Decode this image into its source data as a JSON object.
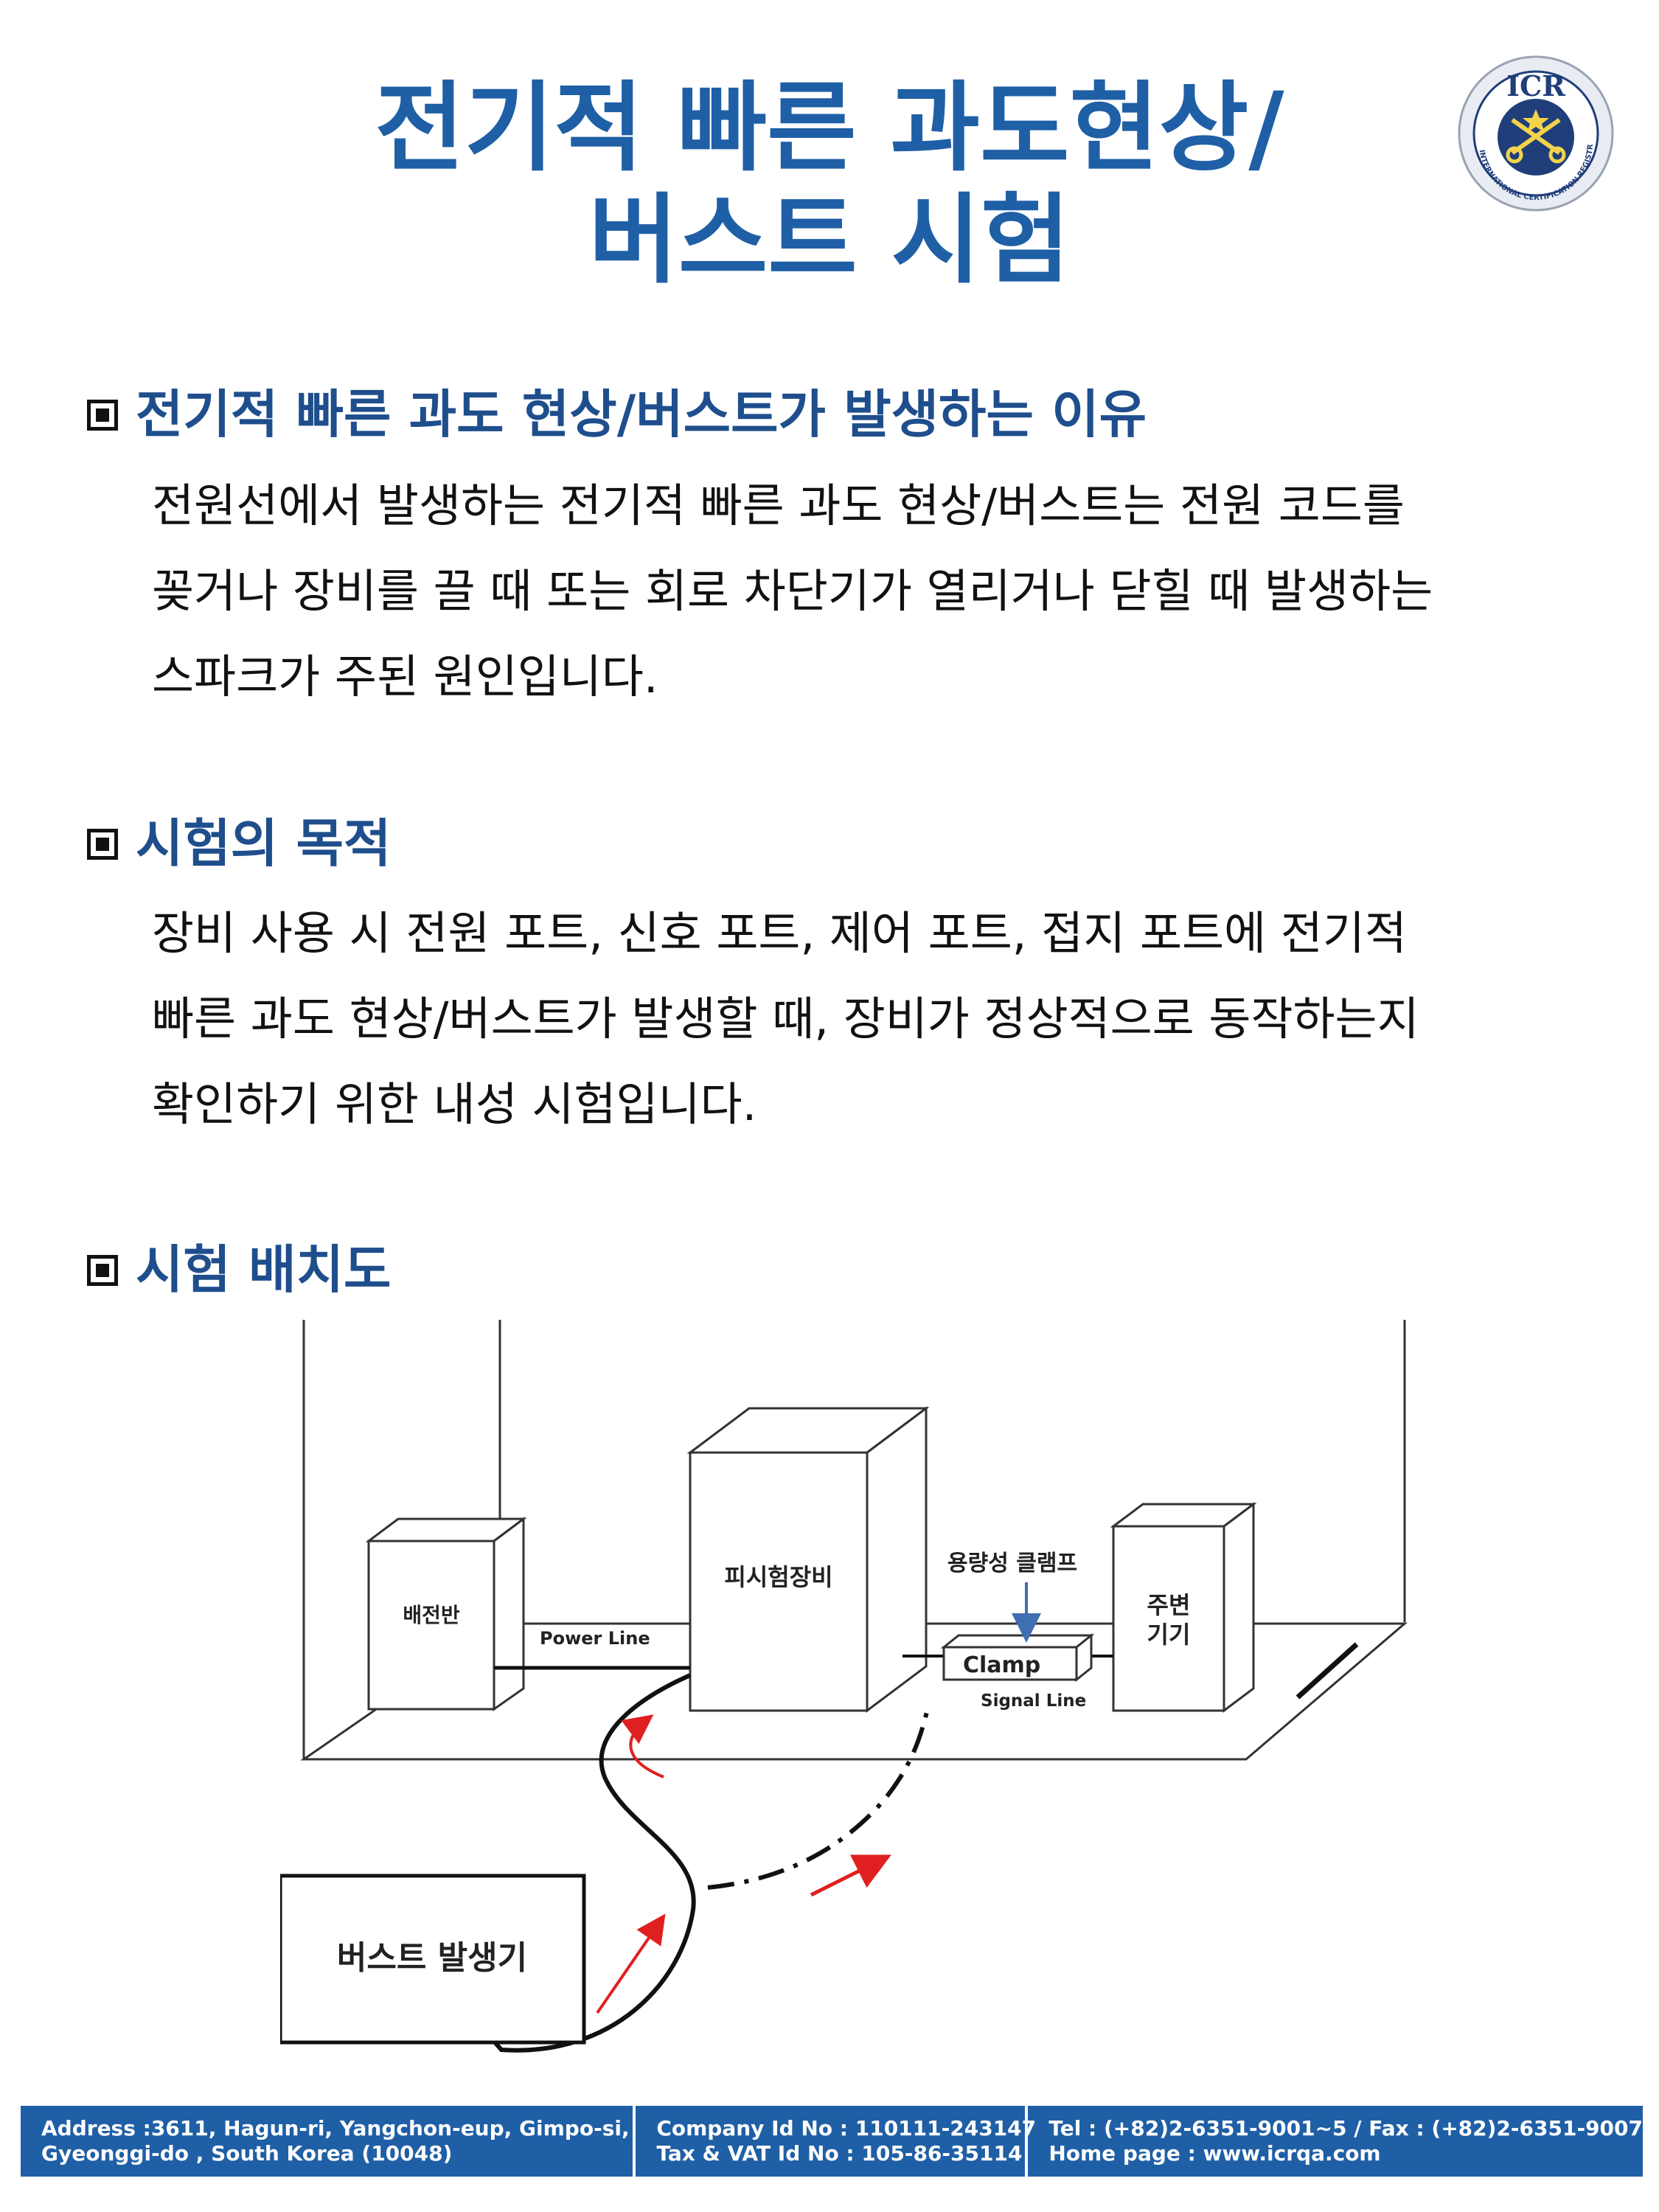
{
  "title": {
    "line1": "전기적 빠른 과도현상/",
    "line2": "버스트 시험"
  },
  "logo": {
    "text": "ICR",
    "ring_text": "INTERNATIONAL CERTIFICATION REGISTRAR"
  },
  "sections": [
    {
      "heading": "전기적 빠른 과도 현상/버스트가 발생하는 이유",
      "lines": [
        "전원선에서 발생하는 전기적 빠른 과도 현상/버스트는 전원 코드를",
        "꽂거나 장비를 끌 때 또는 회로 차단기가 열리거나 닫힐 때 발생하는",
        "스파크가 주된 원인입니다."
      ]
    },
    {
      "heading": "시험의 목적",
      "lines": [
        "장비 사용 시 전원 포트, 신호 포트, 제어 포트, 접지 포트에 전기적",
        "빠른 과도 현상/버스트가 발생할 때, 장비가 정상적으로 동작하는지",
        "확인하기 위한 내성 시험입니다."
      ]
    },
    {
      "heading": "시험 배치도",
      "lines": []
    }
  ],
  "diagram": {
    "distribution_panel": "배전반",
    "eut": "피시험장비",
    "coupling_clamp_label": "용량성 클램프",
    "peripheral": "주변\n기기",
    "peripheral_line1": "주변",
    "peripheral_line2": "기기",
    "power_line": "Power Line",
    "clamp": "Clamp",
    "signal_line": "Signal Line",
    "burst_generator": "버스트 발생기"
  },
  "footer": {
    "address_line1": "Address :3611, Hagun-ri, Yangchon-eup, Gimpo-si,",
    "address_line2": "Gyeonggi-do , South Korea (10048)",
    "company_line1": "Company Id No : 110111-243147",
    "company_line2": "Tax & VAT Id No : 105-86-35114",
    "contact_line1": "Tel : (+82)2-6351-9001~5 / Fax : (+82)2-6351-9007",
    "contact_line2": "Home page : www.icrqa.com"
  },
  "colors": {
    "title_blue": "#1f5fa6",
    "heading_blue": "#1f4e8c",
    "footer_blue": "#1f5fa6",
    "arrow_red": "#e02020"
  }
}
